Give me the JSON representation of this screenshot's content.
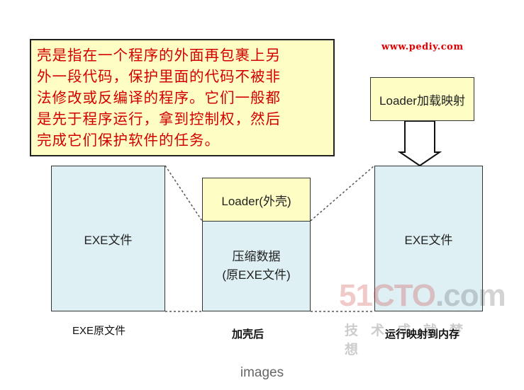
{
  "callout": {
    "lines": [
      "壳是指在一个程序的外面再包裹上另",
      "外一段代码，保护里面的代码不被非",
      "法修改或反编译的程序。它们一般都",
      "是先于程序运行，拿到控制权，然后",
      "完成它们保护软件的任务。"
    ]
  },
  "watermark": {
    "site": "www.pediy.com",
    "logo_main": "51CTO",
    "logo_suffix": ".com",
    "logo_sub": "技术成就梦想"
  },
  "boxes": {
    "exe_original": "EXE文件",
    "loader_shell": "Loader(外壳)",
    "compressed_line1": "压缩数据",
    "compressed_line2": "(原EXE文件)",
    "loader_mapping": "Loader加载映射",
    "exe_running": "EXE文件"
  },
  "captions": {
    "original": "EXE原文件",
    "packed": "加壳后",
    "running": "运行映射到内存"
  },
  "footer": {
    "label": "images"
  },
  "colors": {
    "callout_bg": "#fdfdc4",
    "callout_text": "#d40000",
    "box_cyan": "#def0f4",
    "box_yellow": "#fdfdc4"
  }
}
